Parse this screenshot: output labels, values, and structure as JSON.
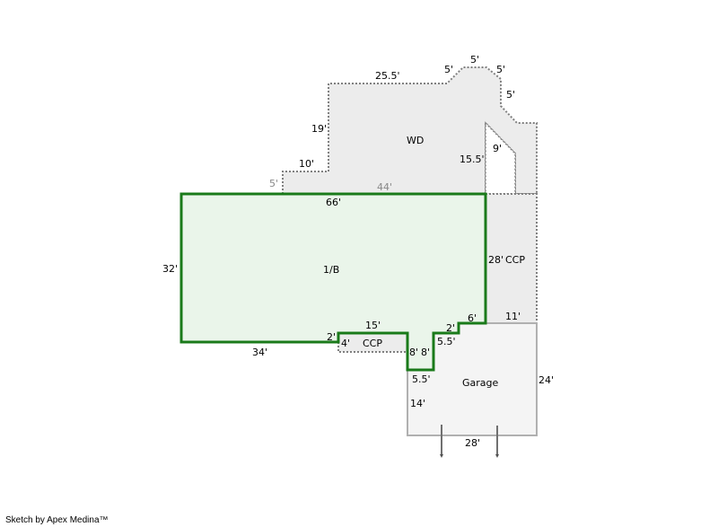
{
  "areas": {
    "wd": "WD",
    "main": "1/B",
    "ccp_right": "CCP",
    "ccp_bottom": "CCP",
    "garage": "Garage"
  },
  "dimensions": {
    "wd_top": "25.5'",
    "wd_left": "19'",
    "wd_step_top": "10'",
    "wd_step_left": "5'",
    "wd_bottom": "44'",
    "wd_diag1": "5'",
    "wd_peak": "5'",
    "wd_diag2": "5'",
    "wd_right_vert": "5'",
    "wd_notch_inner": "15.5'",
    "wd_notch_diag": "9'",
    "main_top": "66'",
    "main_left": "32'",
    "main_bottom": "34'",
    "main_right": "28'",
    "step_2a": "2'",
    "ccp_top": "15'",
    "ccp_left": "4'",
    "notch_left": "8'",
    "notch_right": "8'",
    "notch_bottom": "5.5'",
    "step_55": "5.5'",
    "step_2b": "2'",
    "step_6": "6'",
    "ccp_right_bottom": "11'",
    "garage_right": "24'",
    "garage_left": "14'",
    "garage_bottom": "28'"
  },
  "colors": {
    "main_outline": "#1a7a1a",
    "main_fill": "#eaf5ea",
    "aux_fill": "#ececec",
    "garage_fill": "#f4f4f4",
    "dotted_border": "#808080"
  },
  "footer": {
    "credit": "Sketch by Apex Medina™"
  }
}
